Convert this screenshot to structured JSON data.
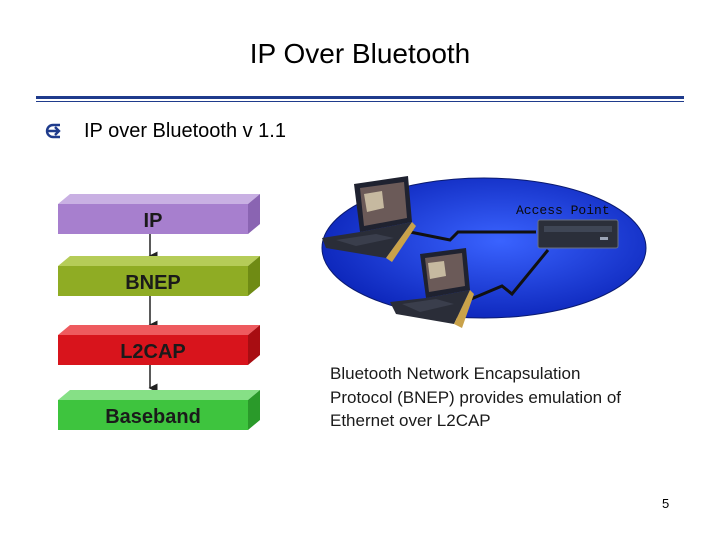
{
  "slide": {
    "title": "IP Over Bluetooth",
    "bullet": "IP over Bluetooth v 1.1",
    "page_number": "5"
  },
  "stack": {
    "layers": [
      {
        "label": "IP",
        "color": "#a77fce"
      },
      {
        "label": "BNEP",
        "color": "#8fac24"
      },
      {
        "label": "L2CAP",
        "color": "#d8141c"
      },
      {
        "label": "Baseband",
        "color": "#3ec43e"
      }
    ]
  },
  "network": {
    "access_point_label": "Access Point",
    "cloud_color": "#2046e8"
  },
  "caption": {
    "lines": [
      "Bluetooth Network Encapsulation",
      "Protocol (BNEP) provides emulation of",
      "Ethernet over L2CAP"
    ]
  },
  "colors": {
    "rule": "#1f3b8c",
    "bullet": "#1f3b8c"
  }
}
